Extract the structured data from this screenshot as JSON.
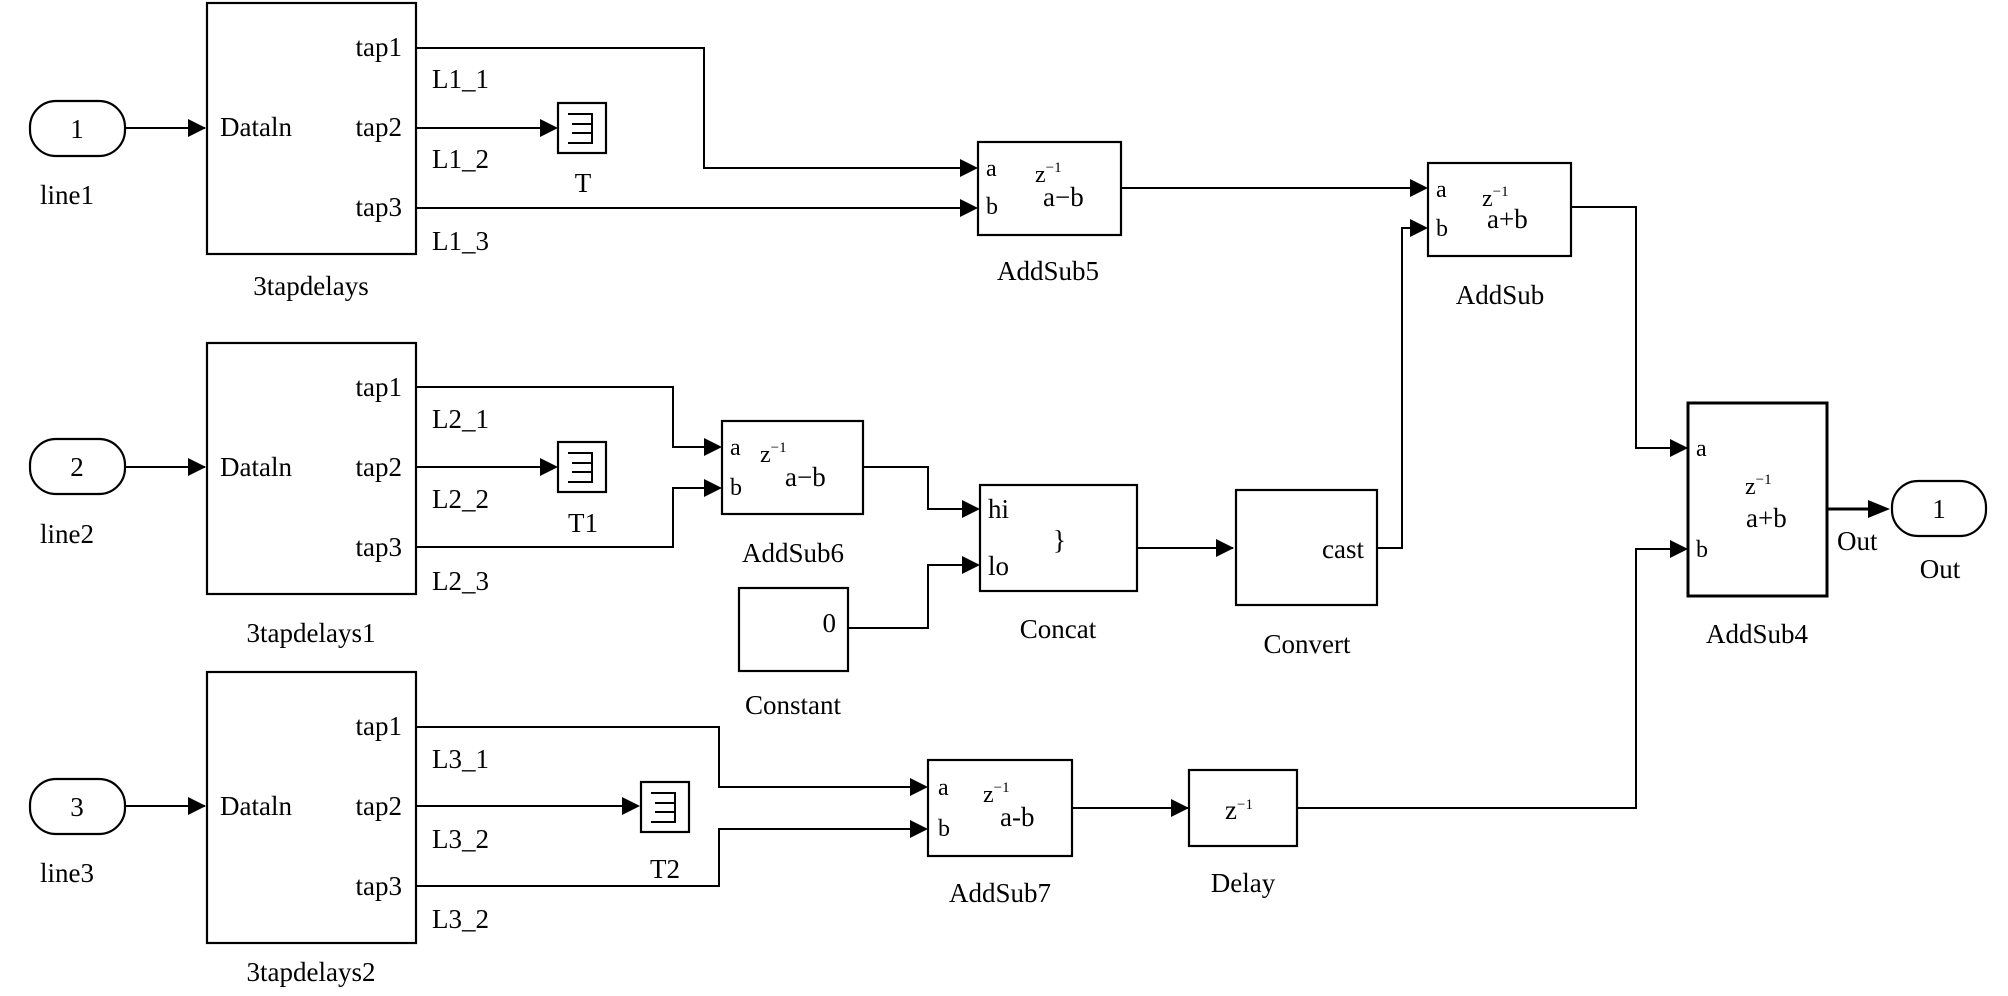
{
  "inports": [
    {
      "id": "line1",
      "number": "1",
      "name": "line1"
    },
    {
      "id": "line2",
      "number": "2",
      "name": "line2"
    },
    {
      "id": "line3",
      "number": "3",
      "name": "line3"
    }
  ],
  "delay_blocks": [
    {
      "id": "tapdelays0",
      "name": "3tapdelays",
      "in_port": "Dataln",
      "out_ports": [
        "tap1",
        "tap2",
        "tap3"
      ]
    },
    {
      "id": "tapdelays1",
      "name": "3tapdelays1",
      "in_port": "Dataln",
      "out_ports": [
        "tap1",
        "tap2",
        "tap3"
      ]
    },
    {
      "id": "tapdelays2",
      "name": "3tapdelays2",
      "in_port": "Dataln",
      "out_ports": [
        "tap1",
        "tap2",
        "tap3"
      ]
    }
  ],
  "signal_labels": {
    "row1": [
      "L1_1",
      "L1_2",
      "L1_3"
    ],
    "row2": [
      "L2_1",
      "L2_2",
      "L2_3"
    ],
    "row3": [
      "L3_1",
      "L3_2",
      "L3_2"
    ]
  },
  "terminators": [
    {
      "id": "T",
      "name": "T"
    },
    {
      "id": "T1",
      "name": "T1"
    },
    {
      "id": "T2",
      "name": "T2"
    }
  ],
  "addsub": [
    {
      "id": "AddSub5",
      "name": "AddSub5",
      "port_a": "a",
      "port_b": "b",
      "latency": "z",
      "latency_exp": "−1",
      "op": "a−b"
    },
    {
      "id": "AddSub6",
      "name": "AddSub6",
      "port_a": "a",
      "port_b": "b",
      "latency": "z",
      "latency_exp": "−1",
      "op": "a−b"
    },
    {
      "id": "AddSub7",
      "name": "AddSub7",
      "port_a": "a",
      "port_b": "b",
      "latency": "z",
      "latency_exp": "−1",
      "op": "a-b"
    },
    {
      "id": "AddSub",
      "name": "AddSub",
      "port_a": "a",
      "port_b": "b",
      "latency": "z",
      "latency_exp": "−1",
      "op": "a+b"
    },
    {
      "id": "AddSub4",
      "name": "AddSub4",
      "port_a": "a",
      "port_b": "b",
      "latency": "z",
      "latency_exp": "−1",
      "op": "a+b",
      "out_port": "Out"
    }
  ],
  "concat": {
    "name": "Concat",
    "port_hi": "hi",
    "port_lo": "lo",
    "symbol": "}"
  },
  "constant": {
    "name": "Constant",
    "value": "0"
  },
  "convert": {
    "name": "Convert",
    "out_port": "cast"
  },
  "delay": {
    "name": "Delay",
    "latency": "z",
    "latency_exp": "−1"
  },
  "outport": {
    "number": "1",
    "name": "Out"
  }
}
